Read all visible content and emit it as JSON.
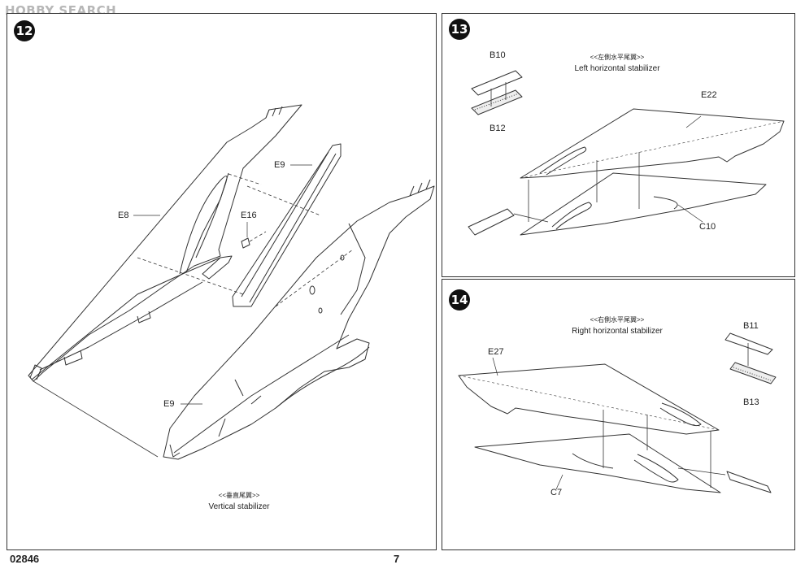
{
  "watermark": "HOBBY SEARCH",
  "footer": {
    "code": "02846",
    "page": "7"
  },
  "steps": {
    "s12": {
      "number": "12",
      "caption_cn": "<<垂直尾翼>>",
      "caption_en": "Vertical stabilizer",
      "parts": {
        "e8": "E8",
        "e9_top": "E9",
        "e16": "E16",
        "e9_bottom": "E9"
      }
    },
    "s13": {
      "number": "13",
      "caption_cn": "<<左側水平尾翼>>",
      "caption_en": "Left horizontal stabilizer",
      "parts": {
        "b10": "B10",
        "b12": "B12",
        "e22": "E22",
        "c10": "C10"
      }
    },
    "s14": {
      "number": "14",
      "caption_cn": "<<右側水平尾翼>>",
      "caption_en": "Right horizontal stabilizer",
      "parts": {
        "b11": "B11",
        "b13": "B13",
        "e27": "E27",
        "c7": "C7"
      }
    }
  }
}
